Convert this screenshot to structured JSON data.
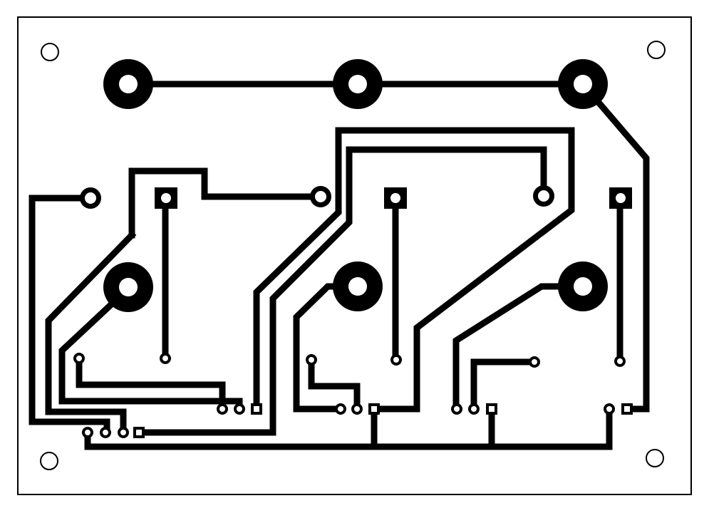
{
  "pcb": {
    "trace_color": "#000000",
    "board_outline_color": "#000000",
    "background_color": "#ffffff",
    "components": {
      "large_pads": 6,
      "square_pads": 3,
      "medium_round_pads": 3,
      "mounting_holes": 4
    }
  }
}
